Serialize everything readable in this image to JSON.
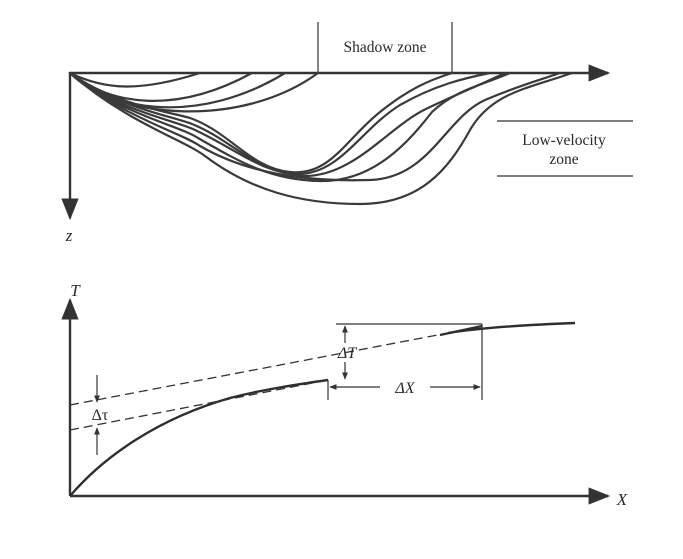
{
  "top_diagram": {
    "shadow_zone_label": "Shadow zone",
    "low_velocity_label_line1": "Low-velocity",
    "low_velocity_label_line2": "zone",
    "depth_axis_label": "z"
  },
  "bottom_diagram": {
    "time_axis_label": "T",
    "distance_axis_label": "X",
    "delta_T_label": "ΔT",
    "delta_X_label": "ΔX",
    "delta_tau_label": "Δτ"
  }
}
